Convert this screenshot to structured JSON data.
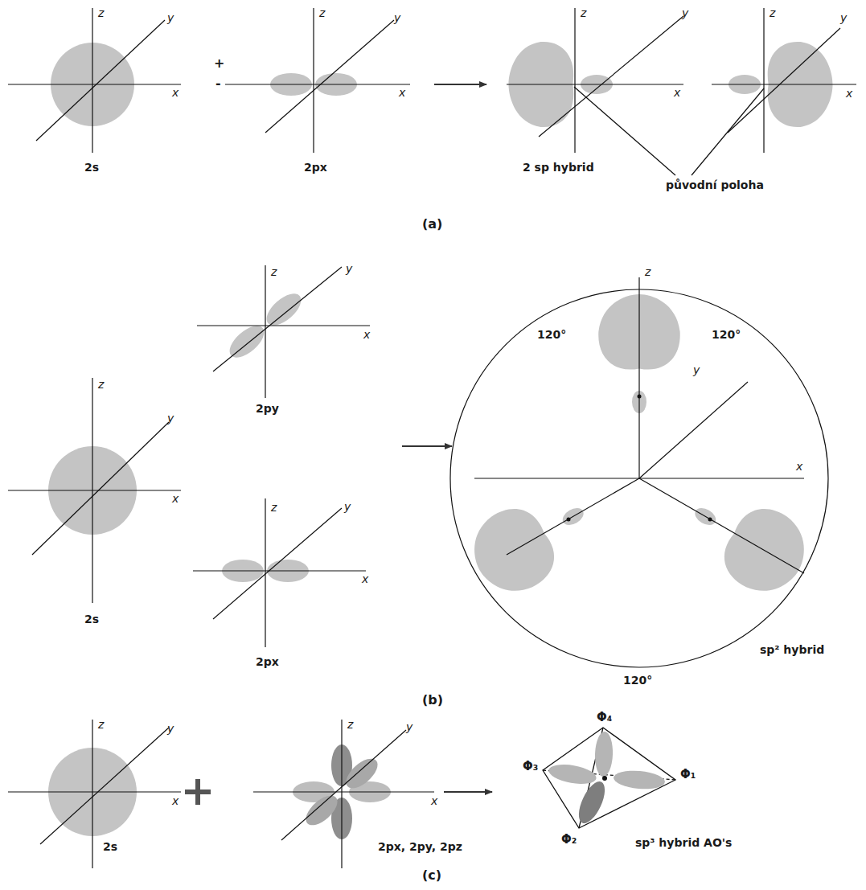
{
  "diagram": {
    "labels": [
      "z",
      "y",
      "x",
      "2s",
      "z",
      "y",
      "+",
      "-",
      "x",
      "2px",
      "z",
      "y",
      "x",
      "2 sp hybrid",
      "z",
      "y",
      "x",
      "původní poloha",
      "(a)",
      "z",
      "y",
      "x",
      "2py",
      "z",
      "y",
      "x",
      "2s",
      "z",
      "y",
      "x",
      "2px",
      "z",
      "120°",
      "120°",
      "y",
      "x",
      "120°",
      "sp² hybrid",
      "(b)",
      "z",
      "y",
      "x",
      "2s",
      "z",
      "y",
      "x",
      "2px, 2py, 2pz",
      "Φ₄",
      "Φ₃",
      "Φ₁",
      "Φ₂",
      "sp³ hybrid AO's",
      "(c)"
    ]
  }
}
